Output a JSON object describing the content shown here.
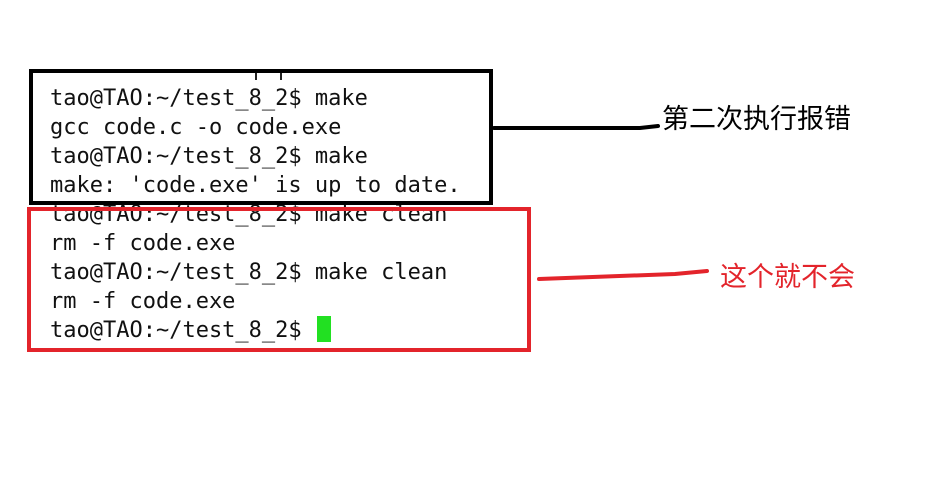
{
  "terminal": {
    "lines": [
      "tao@TAO:~/test_8_2$ make",
      "gcc code.c -o code.exe",
      "tao@TAO:~/test_8_2$ make",
      "make: 'code.exe' is up to date.",
      "tao@TAO:~/test_8_2$ make clean",
      "rm -f code.exe",
      "tao@TAO:~/test_8_2$ make clean",
      "rm -f code.exe",
      "tao@TAO:~/test_8_2$ "
    ],
    "cursor_color": "#22e022"
  },
  "annotations": {
    "black_box_note": "第二次执行报错",
    "red_box_note": "这个就不会"
  },
  "colors": {
    "black_box": "#000000",
    "red_box": "#e3242b"
  }
}
